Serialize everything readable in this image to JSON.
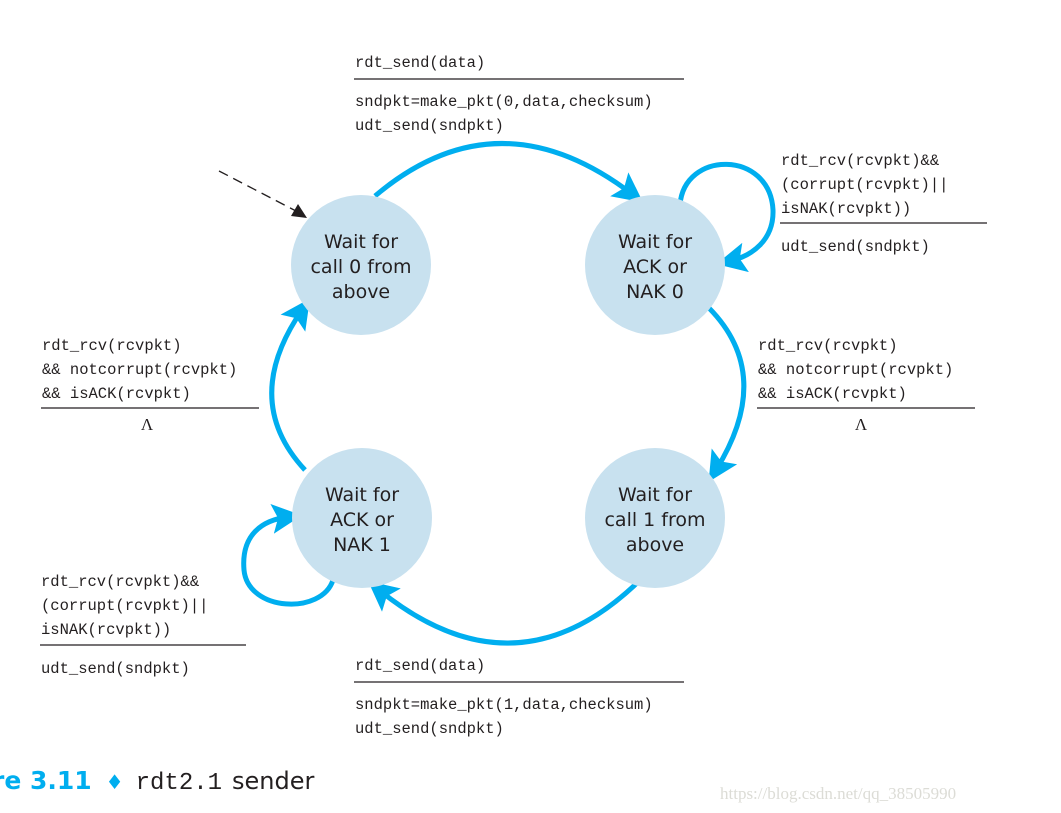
{
  "diagram": {
    "type": "finite-state-machine",
    "states": [
      {
        "id": "wait_call_0",
        "lines": [
          "Wait for",
          "call 0 from",
          "above"
        ],
        "initial": true
      },
      {
        "id": "wait_ack_0",
        "lines": [
          "Wait for",
          "ACK or",
          "NAK 0"
        ]
      },
      {
        "id": "wait_call_1",
        "lines": [
          "Wait for",
          "call 1 from",
          "above"
        ]
      },
      {
        "id": "wait_ack_1",
        "lines": [
          "Wait for",
          "ACK or",
          "NAK 1"
        ]
      }
    ],
    "transitions": [
      {
        "from": "wait_call_0",
        "to": "wait_ack_0",
        "event": [
          "rdt_send(data)"
        ],
        "actions": [
          "sndpkt=make_pkt(0,data,checksum)",
          "udt_send(sndpkt)"
        ]
      },
      {
        "from": "wait_ack_0",
        "to": "wait_ack_0",
        "event": [
          "rdt_rcv(rcvpkt)&&",
          "(corrupt(rcvpkt)||",
          "isNAK(rcvpkt))"
        ],
        "actions": [
          "udt_send(sndpkt)"
        ]
      },
      {
        "from": "wait_ack_0",
        "to": "wait_call_1",
        "event": [
          "rdt_rcv(rcvpkt)",
          "&& notcorrupt(rcvpkt)",
          "&& isACK(rcvpkt)"
        ],
        "actions": [
          "Λ"
        ]
      },
      {
        "from": "wait_call_1",
        "to": "wait_ack_1",
        "event": [
          "rdt_send(data)"
        ],
        "actions": [
          "sndpkt=make_pkt(1,data,checksum)",
          "udt_send(sndpkt)"
        ]
      },
      {
        "from": "wait_ack_1",
        "to": "wait_ack_1",
        "event": [
          "rdt_rcv(rcvpkt)&&",
          "(corrupt(rcvpkt)||",
          "isNAK(rcvpkt))"
        ],
        "actions": [
          "udt_send(sndpkt)"
        ]
      },
      {
        "from": "wait_ack_1",
        "to": "wait_call_0",
        "event": [
          "rdt_rcv(rcvpkt)",
          "&& notcorrupt(rcvpkt)",
          "&& isACK(rcvpkt)"
        ],
        "actions": [
          "Λ"
        ]
      }
    ]
  },
  "caption": {
    "number": "re 3.11",
    "separator": "♦",
    "protocol": "rdt2.1",
    "text": "sender"
  },
  "watermark": "https://blog.csdn.net/qq_38505990",
  "colors": {
    "arc": "#00aeef",
    "state_fill": "#c8e1ef",
    "text": "#231f20",
    "caption_accent": "#00aeef"
  }
}
